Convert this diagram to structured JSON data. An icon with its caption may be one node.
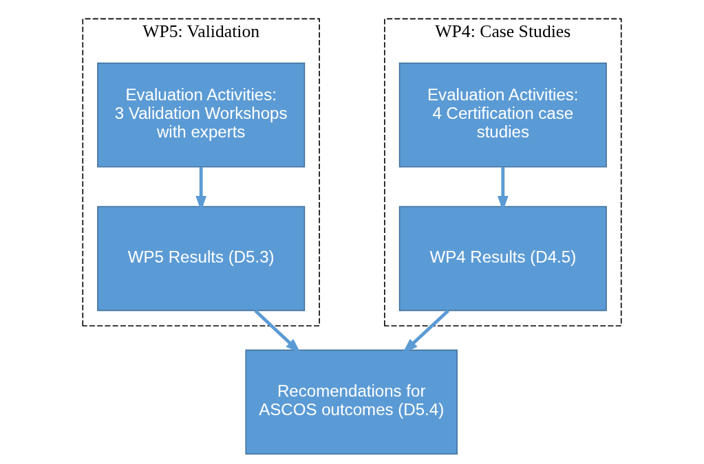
{
  "diagram": {
    "nodes": [
      {
        "text": [
          "WP5: Validation"
        ]
      },
      {
        "text": [
          "Evaluation Activities: 3 Validation Workshops with experts"
        ],
        "in": 0
      },
      {
        "text": [
          "WP5 Results (D5.3)"
        ],
        "in": 0
      },
      {
        "text": [
          "WP4: Case Studies"
        ]
      },
      {
        "text": [
          "Evaluation Activities: 4 Certification case studies"
        ],
        "in": 3
      },
      {
        "text": [
          "WP4 Results (D4.5)"
        ],
        "in": 3
      },
      {
        "text": [
          "Recomendations for ASCOS outcomes (D5.4)"
        ]
      }
    ],
    "edges": [
      {
        "from": 1,
        "to": 2,
        "arrow": "to"
      },
      {
        "from": 4,
        "to": 5,
        "arrow": "to"
      },
      {
        "from": 2,
        "to": 6,
        "arrow": "to"
      },
      {
        "from": 5,
        "to": 6,
        "arrow": "to"
      }
    ]
  }
}
